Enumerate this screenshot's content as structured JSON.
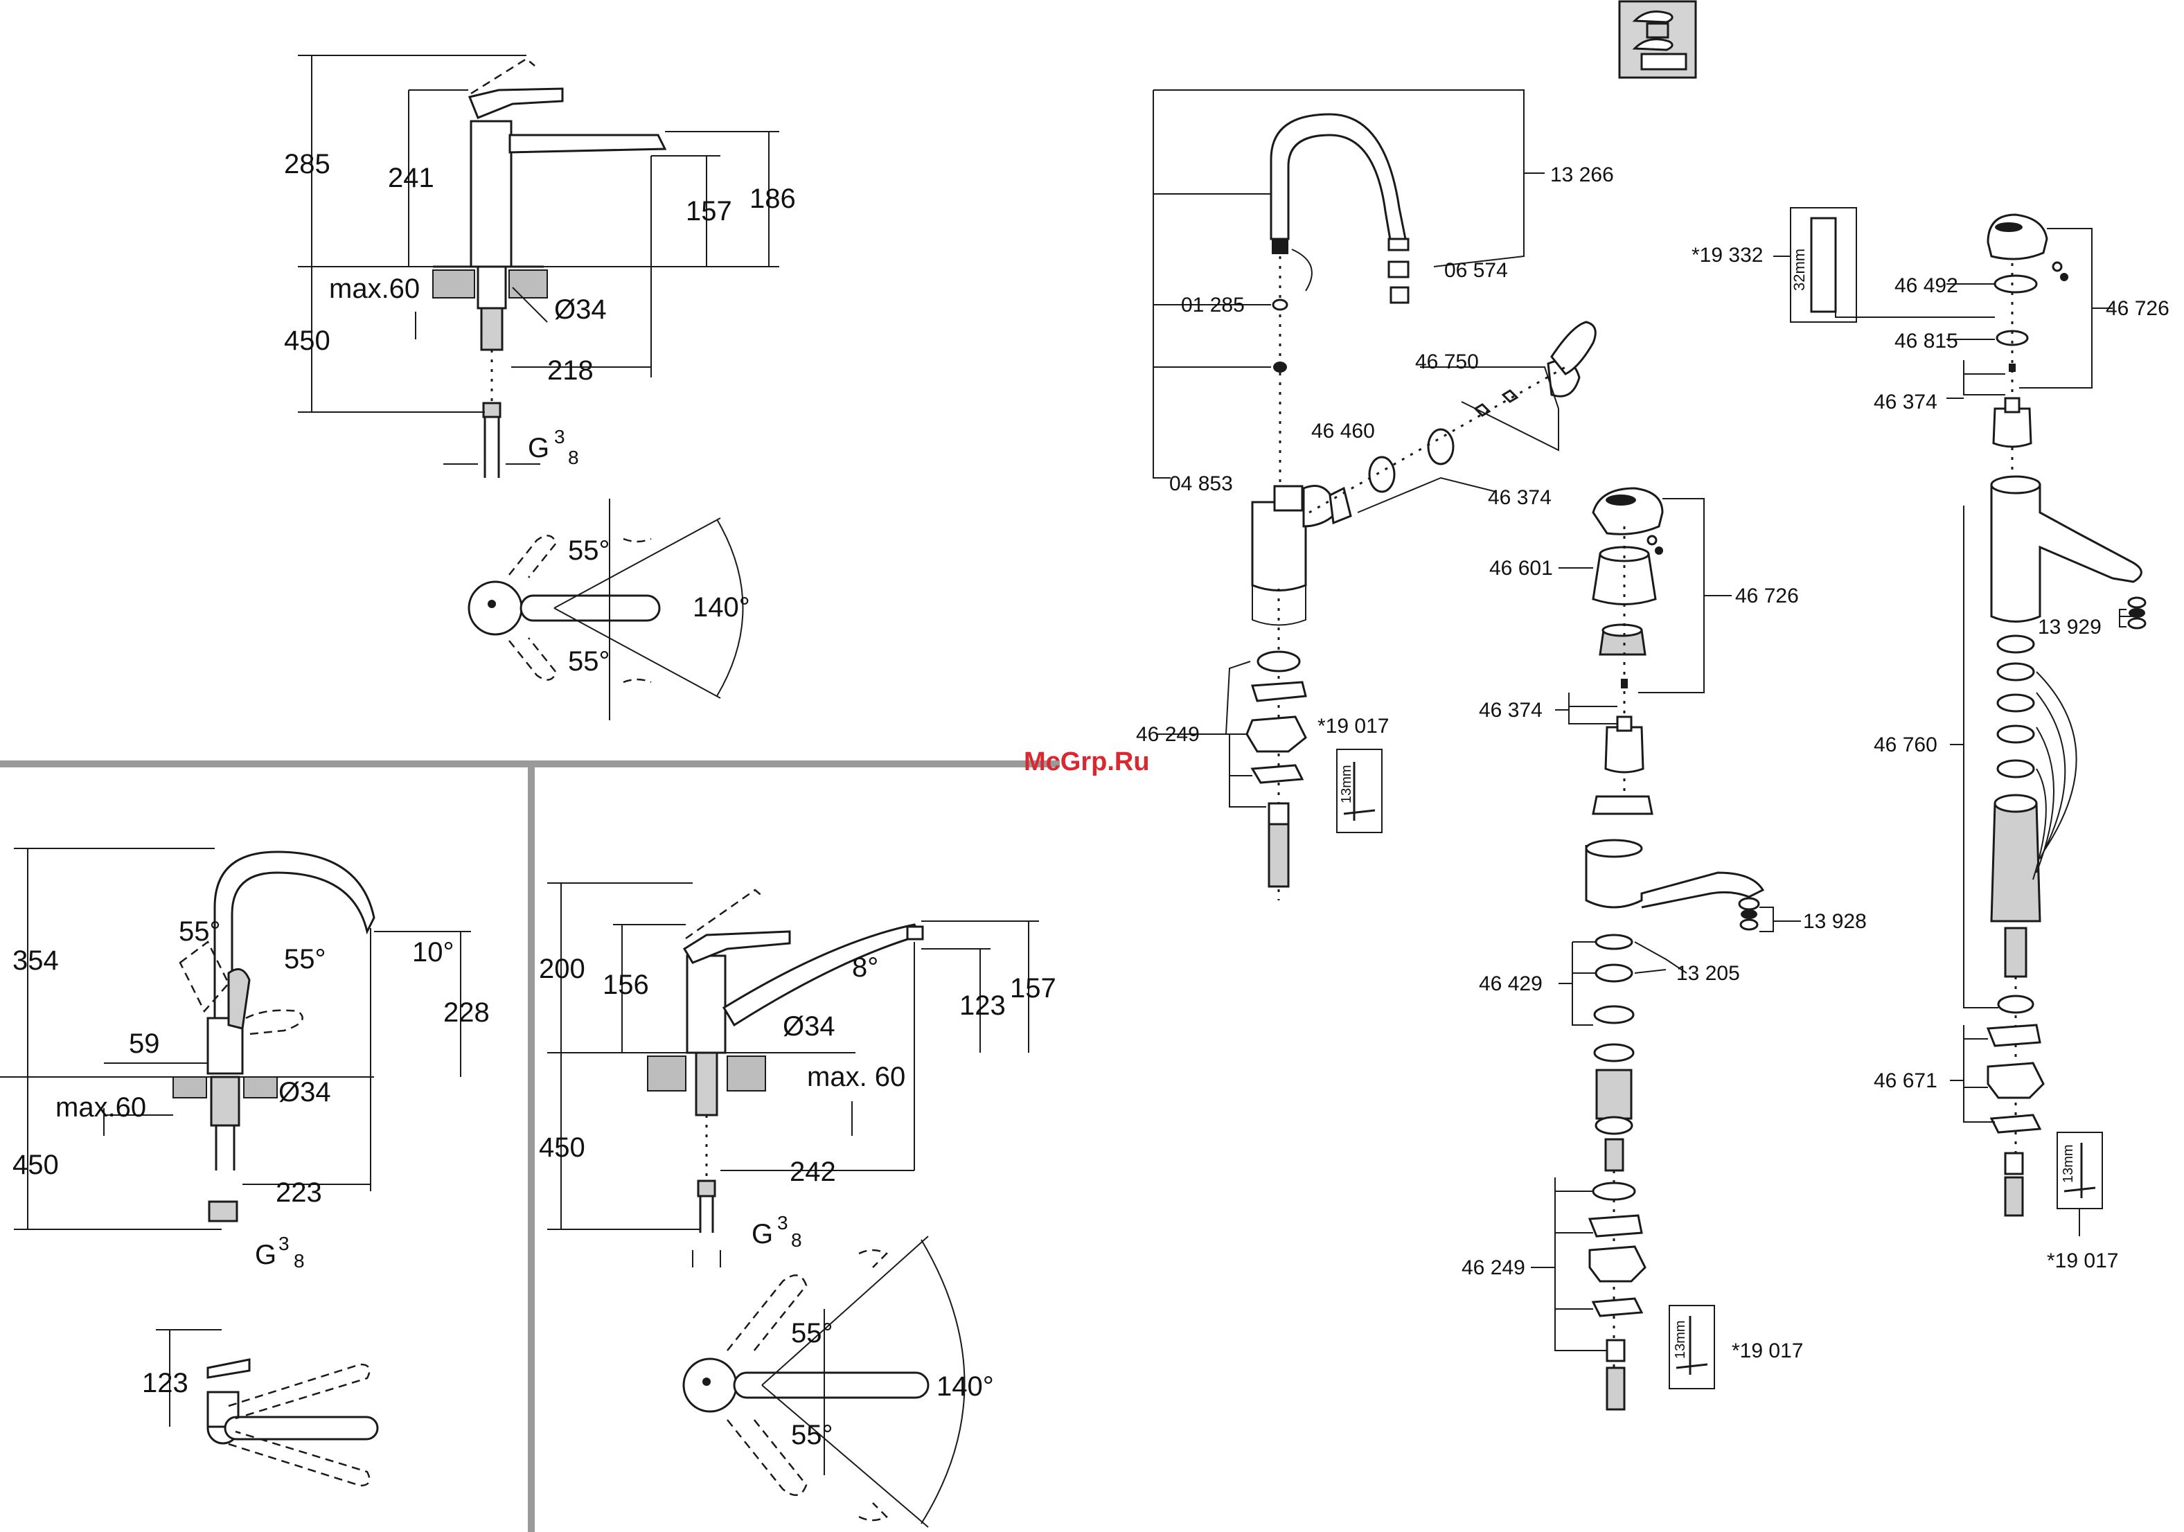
{
  "watermark": "McGrp.Ru",
  "top_left_view": {
    "dims": [
      "285",
      "241",
      "157",
      "186",
      "max.60",
      "Ø34",
      "450",
      "218",
      "G",
      "3",
      "8"
    ],
    "angles": [
      "55°",
      "140°",
      "55°"
    ]
  },
  "bottom_left_view": {
    "dims": [
      "354",
      "55°",
      "55°",
      "10°",
      "228",
      "59",
      "Ø34",
      "max.60",
      "450",
      "223",
      "G",
      "3",
      "8",
      "123"
    ]
  },
  "bottom_mid_view": {
    "dims": [
      "200",
      "156",
      "8°",
      "123",
      "157",
      "Ø34",
      "max. 60",
      "450",
      "242",
      "G",
      "3",
      "8"
    ],
    "angles": [
      "55°",
      "140°",
      "55°"
    ]
  },
  "exploded_view_1": {
    "parts": [
      "13 266",
      "06 574",
      "01 285",
      "46 750",
      "46 460",
      "04 853",
      "46 374",
      "46 249",
      "*19 017"
    ],
    "tool_label": "13mm"
  },
  "exploded_view_2": {
    "parts": [
      "46 601",
      "46 726",
      "46 374",
      "13 928",
      "46 429",
      "13 205",
      "46 249",
      "*19 017"
    ],
    "tool_label": "13mm"
  },
  "exploded_view_3": {
    "parts": [
      "*19 332",
      "46 492",
      "46 815",
      "46 374",
      "46 726",
      "13 929",
      "46 760",
      "46 671",
      "*19 017"
    ],
    "tool_labels": [
      "32mm",
      "13mm"
    ]
  }
}
